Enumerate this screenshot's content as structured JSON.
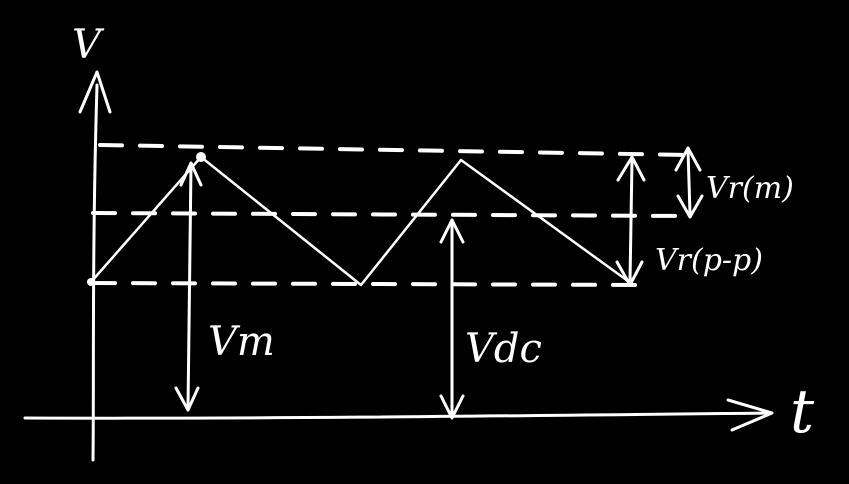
{
  "colors": {
    "background": "#000000",
    "ink": "#ffffff"
  },
  "labels": {
    "y_axis": "V",
    "x_axis": "t",
    "vm": "Vm",
    "vdc": "Vdc",
    "vr_m": "Vr(m)",
    "vr_pp": "Vr(p-p)"
  }
}
